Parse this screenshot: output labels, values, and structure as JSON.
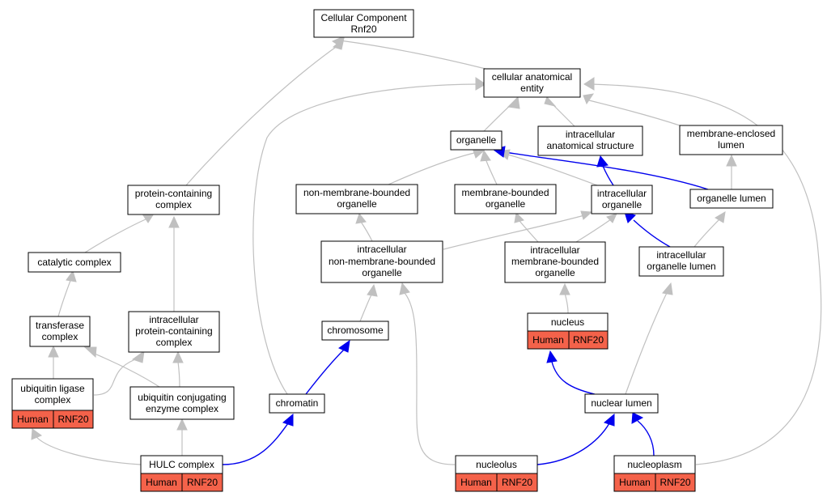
{
  "graph": {
    "nodes": {
      "root": [
        "Cellular Component",
        "Rnf20"
      ],
      "cellular_anatomical_entity": [
        "cellular anatomical",
        "entity"
      ],
      "organelle": [
        "organelle"
      ],
      "intracellular_anatomical_structure": [
        "intracellular",
        "anatomical structure"
      ],
      "membrane_enclosed_lumen": [
        "membrane-enclosed",
        "lumen"
      ],
      "protein_containing_complex": [
        "protein-containing",
        "complex"
      ],
      "non_membrane_bounded_organelle": [
        "non-membrane-bounded",
        "organelle"
      ],
      "membrane_bounded_organelle": [
        "membrane-bounded",
        "organelle"
      ],
      "intracellular_organelle": [
        "intracellular",
        "organelle"
      ],
      "organelle_lumen": [
        "organelle lumen"
      ],
      "catalytic_complex": [
        "catalytic complex"
      ],
      "intracellular_non_membrane_bounded_organelle": [
        "intracellular",
        "non-membrane-bounded",
        "organelle"
      ],
      "intracellular_membrane_bounded_organelle": [
        "intracellular",
        "membrane-bounded",
        "organelle"
      ],
      "intracellular_organelle_lumen": [
        "intracellular",
        "organelle lumen"
      ],
      "transferase_complex": [
        "transferase",
        "complex"
      ],
      "intracellular_protein_containing_complex": [
        "intracellular",
        "protein-containing",
        "complex"
      ],
      "chromosome": [
        "chromosome"
      ],
      "nucleus": [
        "nucleus"
      ],
      "ubiquitin_ligase_complex": [
        "ubiquitin ligase",
        "complex"
      ],
      "ubiquitin_conjugating_enzyme_complex": [
        "ubiquitin conjugating",
        "enzyme complex"
      ],
      "chromatin": [
        "chromatin"
      ],
      "nuclear_lumen": [
        "nuclear lumen"
      ],
      "hulc_complex": [
        "HULC complex"
      ],
      "nucleolus": [
        "nucleolus"
      ],
      "nucleoplasm": [
        "nucleoplasm"
      ]
    },
    "annotation": {
      "species": "Human",
      "gene": "RNF20"
    },
    "colors": {
      "annotation_fill": "#f4624a",
      "edge_default": "#c0c0c0",
      "edge_highlight": "#0000ee"
    }
  }
}
